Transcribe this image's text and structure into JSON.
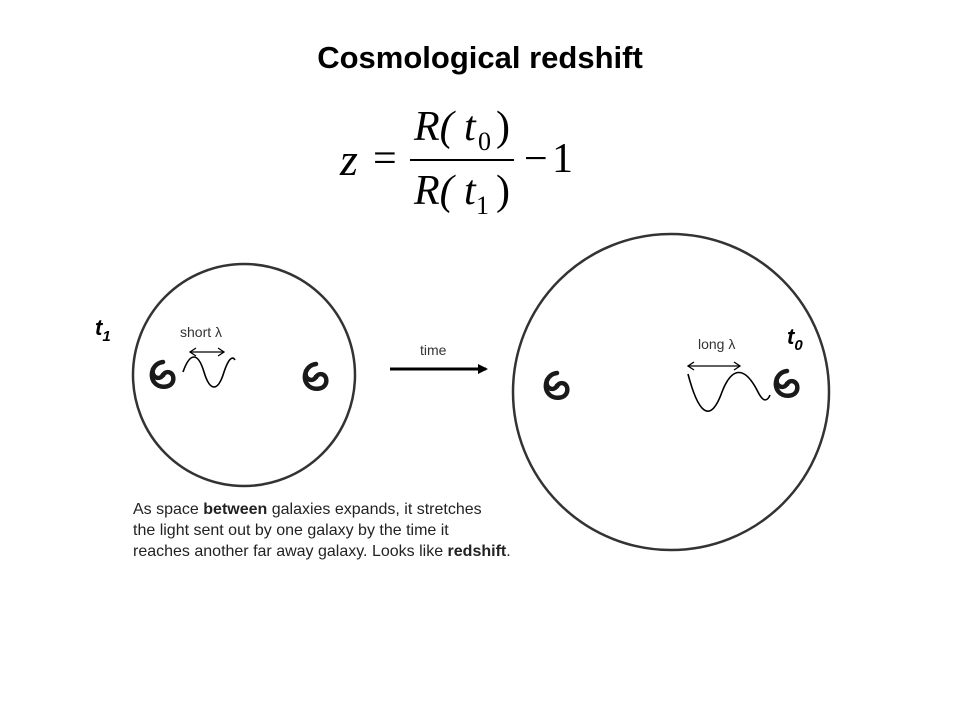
{
  "title": "Cosmological redshift",
  "formula": {
    "lhs": "z",
    "equals": "=",
    "numerator": {
      "func": "R(",
      "var": "t",
      "sub": "0",
      "close": ")"
    },
    "denominator": {
      "func": "R(",
      "var": "t",
      "sub": "1",
      "close": ")"
    },
    "minus": "−",
    "constant": "1"
  },
  "left_panel": {
    "time_label": {
      "var": "t",
      "sub": "1"
    },
    "wavelength_label": "short λ",
    "galaxy_icon": "spiral-galaxy-icon"
  },
  "arrow_label": "time",
  "right_panel": {
    "time_label": {
      "var": "t",
      "sub": "0"
    },
    "wavelength_label": "long λ",
    "galaxy_icon": "spiral-galaxy-icon"
  },
  "caption": {
    "line1": {
      "pre": "As space ",
      "bold": "between",
      "post": " galaxies expands, it stretches"
    },
    "line2": "the light sent out by one galaxy by the time it",
    "line3": {
      "pre": "reaches another far away galaxy. Looks like ",
      "bold": "redshift",
      "post": "."
    }
  },
  "colors": {
    "outline": "#333333",
    "galaxy": "#1a1a1a",
    "text": "#000000"
  }
}
